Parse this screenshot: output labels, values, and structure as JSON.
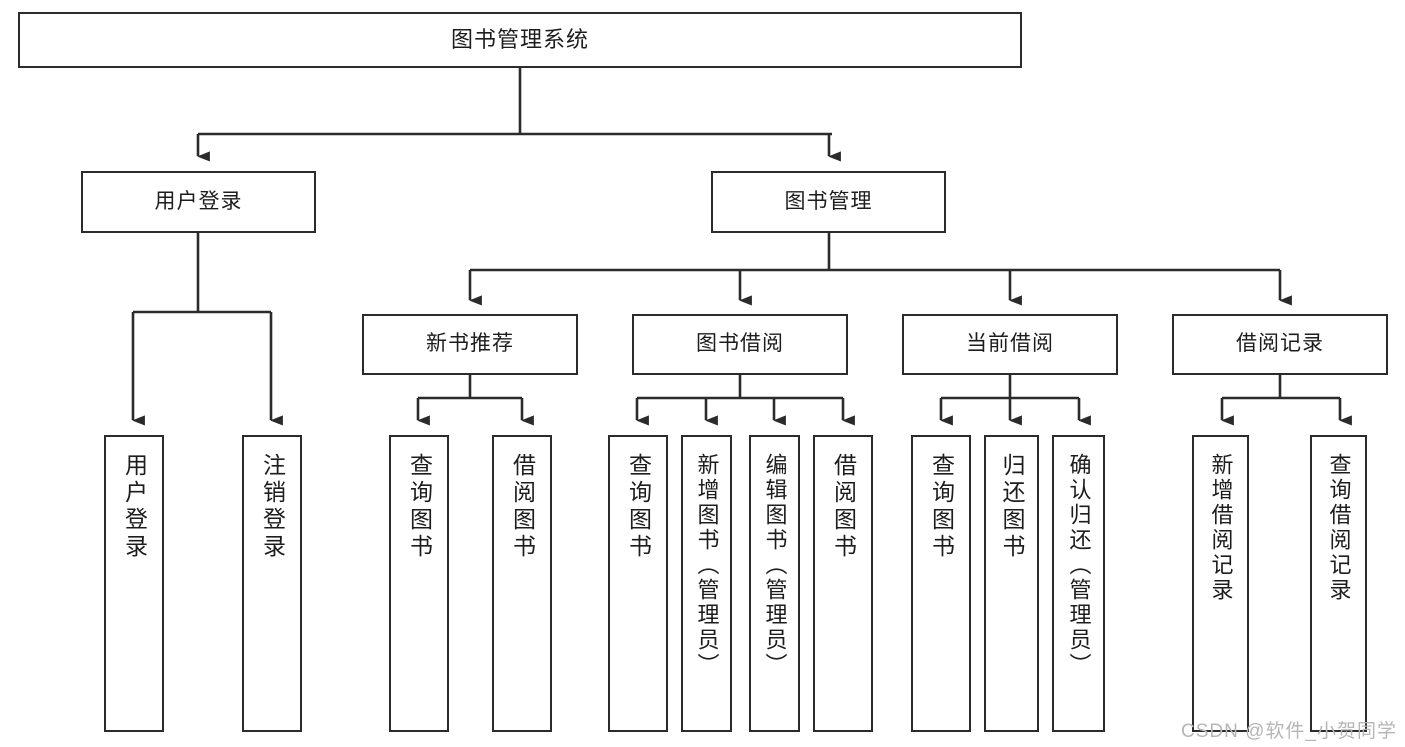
{
  "diagram": {
    "title": "图书管理系统",
    "watermark": "CSDN @软件_小贺同学",
    "line_color": "#2b2b2b",
    "box_fill": "#ffffff",
    "text_color": "#1d1d1d",
    "watermark_color": "#b6b6b6",
    "root": {
      "label": "图书管理系统"
    },
    "level2": [
      {
        "label": "用户登录"
      },
      {
        "label": "图书管理"
      }
    ],
    "level3": [
      {
        "label": "新书推荐"
      },
      {
        "label": "图书借阅"
      },
      {
        "label": "当前借阅"
      },
      {
        "label": "借阅记录"
      }
    ],
    "leaves": {
      "user_login": [
        {
          "label": "用户登录"
        },
        {
          "label": "注销登录"
        }
      ],
      "new_book": [
        {
          "label": "查询图书"
        },
        {
          "label": "借阅图书"
        }
      ],
      "borrow_book": [
        {
          "label": "查询图书"
        },
        {
          "label": "新增图书（管理员）"
        },
        {
          "label": "编辑图书（管理员）"
        },
        {
          "label": "借阅图书"
        }
      ],
      "current_borrow": [
        {
          "label": "查询图书"
        },
        {
          "label": "归还图书"
        },
        {
          "label": "确认归还（管理员）"
        }
      ],
      "borrow_record": [
        {
          "label": "新增借阅记录"
        },
        {
          "label": "查询借阅记录"
        }
      ]
    }
  }
}
